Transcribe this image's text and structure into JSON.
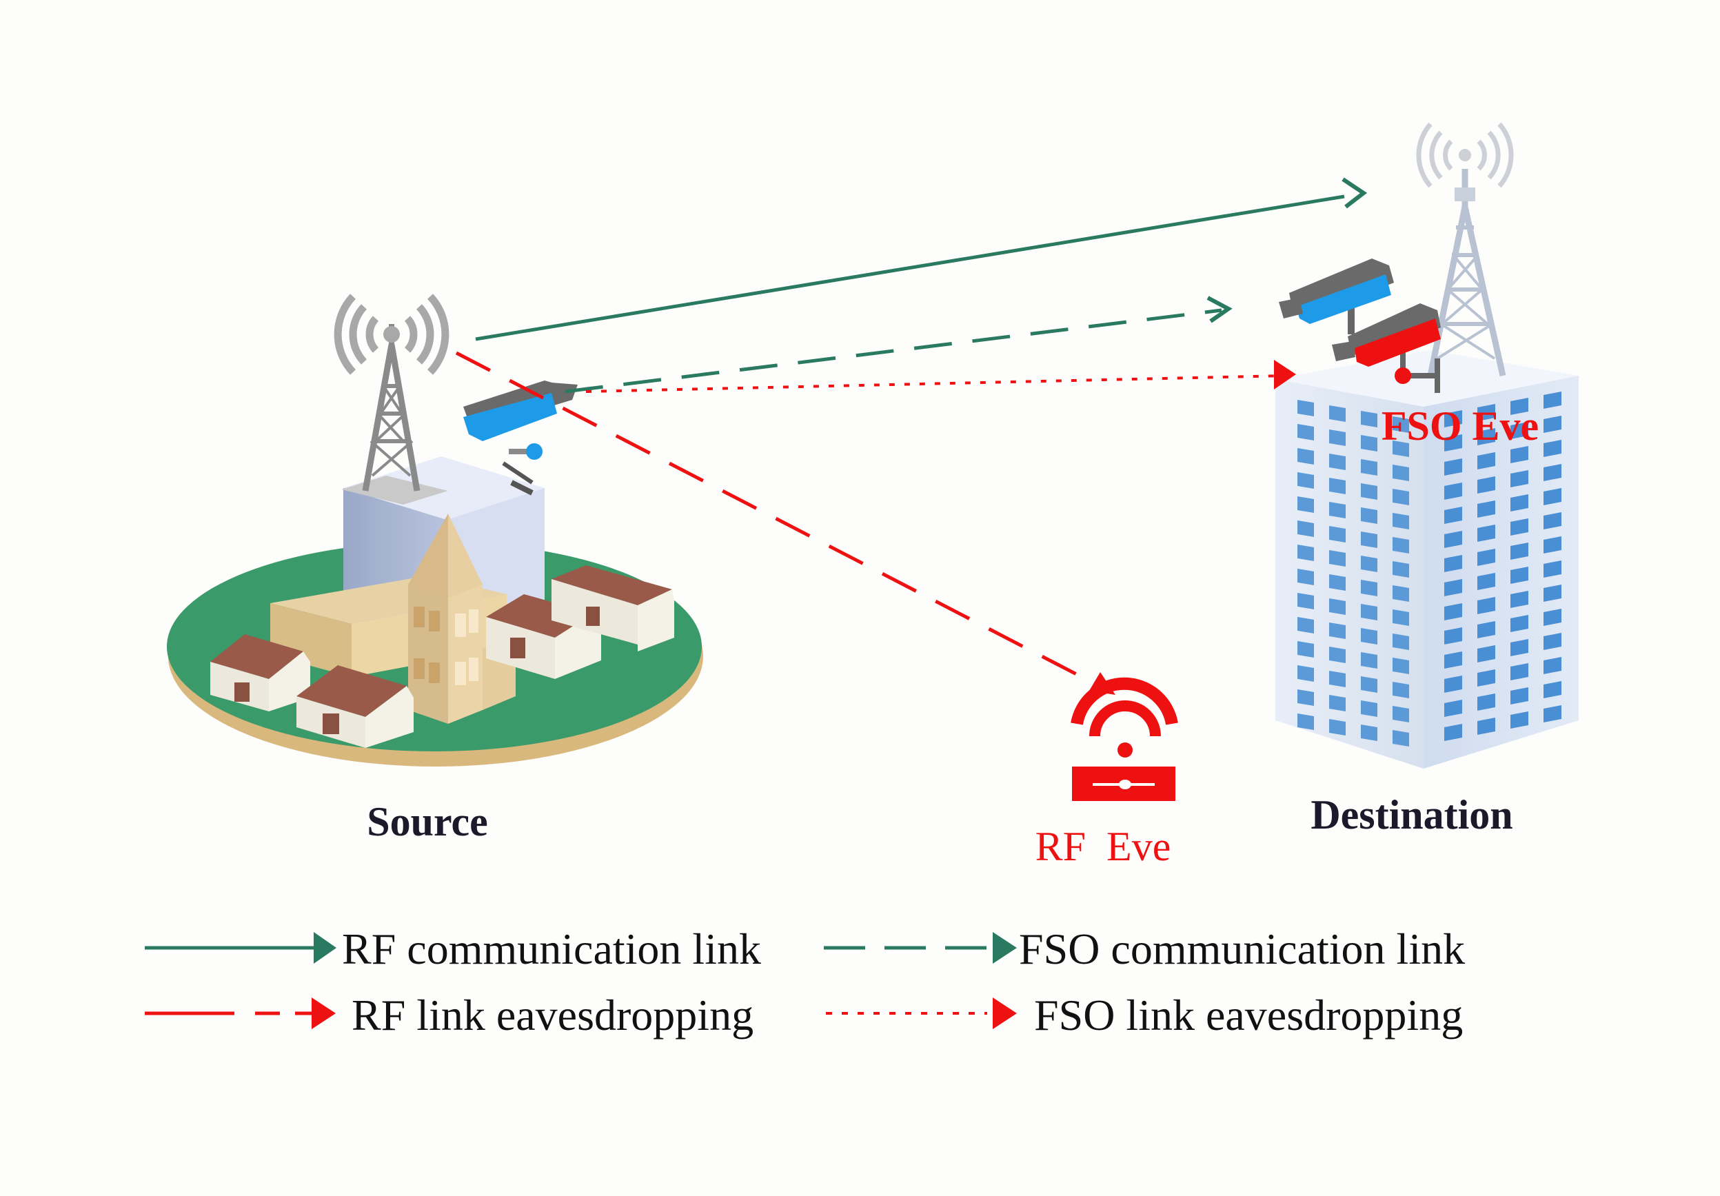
{
  "labels": {
    "source": "Source",
    "destination": "Destination",
    "rf_eve": "RF  Eve",
    "fso_eve": "FSO Eve"
  },
  "legend": [
    {
      "text": "RF communication link",
      "style": "solid",
      "color": "#2a7a62"
    },
    {
      "text": "FSO communication link",
      "style": "dashed",
      "color": "#2a7a62"
    },
    {
      "text": "RF link eavesdropping",
      "style": "long-dash",
      "color": "#ee1111"
    },
    {
      "text": "FSO link eavesdropping",
      "style": "dotted",
      "color": "#ee1111"
    }
  ],
  "colors": {
    "green_link": "#2a7a62",
    "red_link": "#ee1111",
    "camera_blue": "#1e9be8",
    "island_green": "#3a9a6a"
  }
}
